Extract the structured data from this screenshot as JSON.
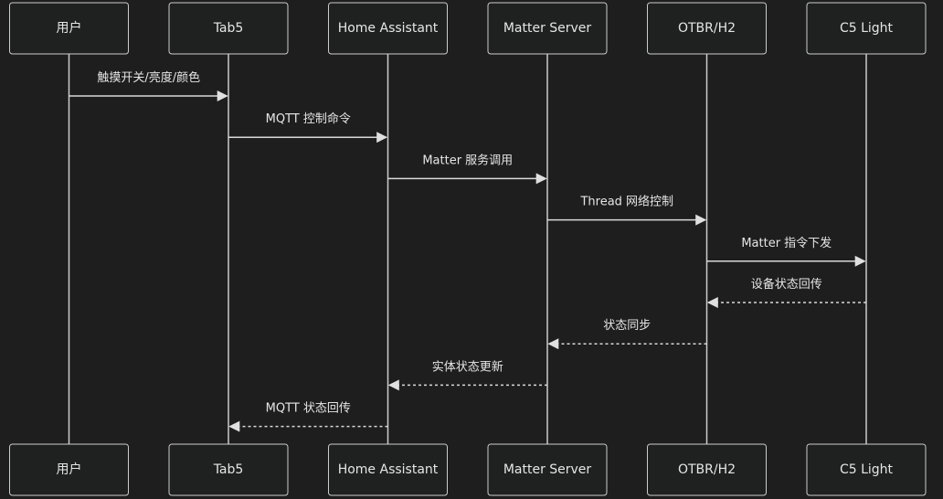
{
  "colors": {
    "background": "#1e1e1e",
    "actor_fill": "#1f2020",
    "actor_stroke": "#cccccc",
    "lifeline": "#cccccc",
    "text": "#e6e6e6"
  },
  "participants": [
    {
      "id": "user",
      "label": "用户"
    },
    {
      "id": "tab5",
      "label": "Tab5"
    },
    {
      "id": "ha",
      "label": "Home Assistant"
    },
    {
      "id": "matter",
      "label": "Matter Server"
    },
    {
      "id": "otbr",
      "label": "OTBR/H2"
    },
    {
      "id": "c5",
      "label": "C5 Light"
    }
  ],
  "messages": [
    {
      "from": "user",
      "to": "tab5",
      "label": "触摸开关/亮度/颜色",
      "style": "solid"
    },
    {
      "from": "tab5",
      "to": "ha",
      "label": "MQTT 控制命令",
      "style": "solid"
    },
    {
      "from": "ha",
      "to": "matter",
      "label": "Matter 服务调用",
      "style": "solid"
    },
    {
      "from": "matter",
      "to": "otbr",
      "label": "Thread 网络控制",
      "style": "solid"
    },
    {
      "from": "otbr",
      "to": "c5",
      "label": "Matter 指令下发",
      "style": "solid"
    },
    {
      "from": "c5",
      "to": "otbr",
      "label": "设备状态回传",
      "style": "dotted"
    },
    {
      "from": "otbr",
      "to": "matter",
      "label": "状态同步",
      "style": "dotted"
    },
    {
      "from": "matter",
      "to": "ha",
      "label": "实体状态更新",
      "style": "dotted"
    },
    {
      "from": "ha",
      "to": "tab5",
      "label": "MQTT 状态回传",
      "style": "dotted"
    }
  ]
}
